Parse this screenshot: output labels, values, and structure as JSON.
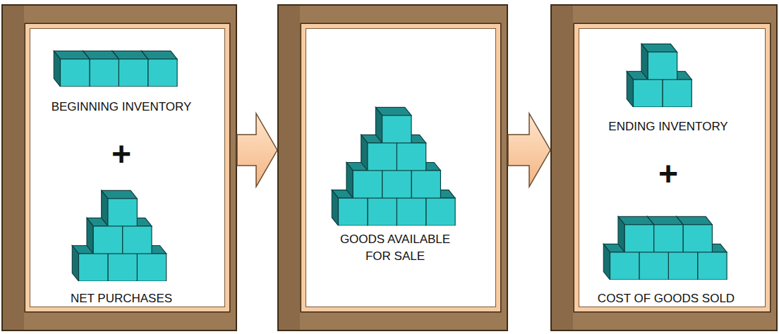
{
  "diagram": {
    "nodes": [
      {
        "text": [
          "BEGINNING INVENTORY",
          "+",
          "NET PURCHASES"
        ]
      },
      {
        "text": [
          "GOODS AVAILABLE FOR SALE"
        ]
      },
      {
        "text": [
          "ENDING INVENTORY",
          "+",
          "COST OF GOODS SOLD"
        ]
      }
    ],
    "edges": [
      {
        "from": 0,
        "to": 1,
        "arrow": "to"
      },
      {
        "from": 1,
        "to": 2,
        "arrow": "to"
      }
    ]
  }
}
